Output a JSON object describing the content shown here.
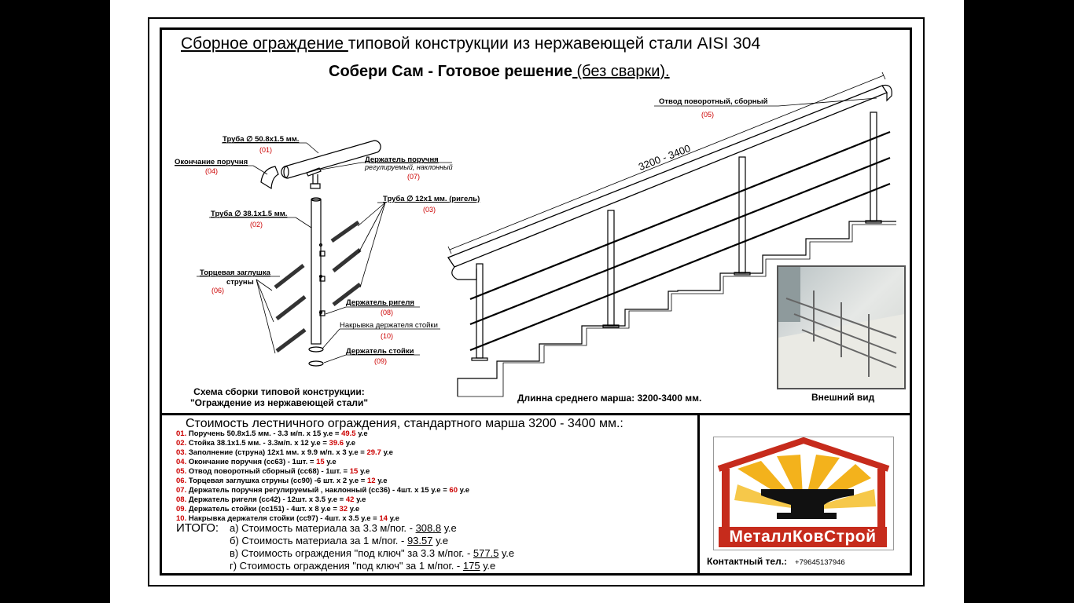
{
  "header": {
    "title_part1": "Сборное ограждение ",
    "title_part2": " типовой конструкции из нержавеющей стали AISI 304",
    "subtitle_bold": "Собери Сам - Готовое решение",
    "subtitle_normal": " (без сварки)."
  },
  "parts": {
    "p01": {
      "label": "Труба ∅ 50.8х1.5 мм.",
      "num": "(01)"
    },
    "p02": {
      "label": "Труба ∅ 38.1х1.5 мм.",
      "num": "(02)"
    },
    "p03": {
      "label": "Труба ∅ 12х1 мм. (ригель)",
      "num": "(03)"
    },
    "p04": {
      "label": "Окончание поручня",
      "num": "(04)"
    },
    "p05": {
      "label": "Отвод поворотный, сборный",
      "num": "(05)"
    },
    "p06": {
      "label1": "Торцевая заглушка",
      "label2": "струны",
      "num": "(06)"
    },
    "p07": {
      "label": "Держатель поручня",
      "sub": "регулируемый, наклонный",
      "num": "(07)"
    },
    "p08": {
      "label": "Держатель ригеля",
      "num": "(08)"
    },
    "p09": {
      "label": "Держатель стойки",
      "num": "(09)"
    },
    "p10": {
      "label": "Накрывка держателя стойки",
      "num": "(10)"
    }
  },
  "drawing": {
    "dimension": "3200 - 3400",
    "scheme_caption_1": "Схема сборки типовой конструкции:",
    "scheme_caption_2": "\"Ограждение из нержавеющей стали\"",
    "march_caption": "Длинна среднего марша: 3200-3400 мм.",
    "view_caption": "Внешний вид"
  },
  "costs": {
    "title": "Стоимость лестничного ограждения, стандартного марша 3200 - 3400 мм.:",
    "items": [
      {
        "n": "01.",
        "text": "Поручень 50.8х1.5 мм. - 3.3 м/п. х 15 у.е =",
        "sum": "49.5",
        "unit": "у.е"
      },
      {
        "n": "02.",
        "text": "Стойка 38.1х1.5 мм. - 3.3м/п. х 12 у.е =",
        "sum": "39.6",
        "unit": "у.е"
      },
      {
        "n": "03.",
        "text": "Заполнение (струна) 12х1 мм. х 9.9 м/п. х 3 у.е =",
        "sum": "29.7",
        "unit": "у.е"
      },
      {
        "n": "04.",
        "text": "Окончание поручня (сс63) - 1шт. =",
        "sum": "15",
        "unit": "у.е"
      },
      {
        "n": "05.",
        "text": "Отвод поворотный сборный (сс68) - 1шт. =",
        "sum": "15",
        "unit": "у.е"
      },
      {
        "n": "06.",
        "text": "Торцевая заглушка струны (сс90) -6 шт. х 2 у.е =",
        "sum": "12",
        "unit": "у.е"
      },
      {
        "n": "07.",
        "text": "Держатель поручня регулируемый , наклонный (сс36) - 4шт. х 15 у.е =",
        "sum": "60",
        "unit": "у.е"
      },
      {
        "n": "08.",
        "text": "Держатель ригеля (сс42) - 12шт. х 3.5 у.е =",
        "sum": "42",
        "unit": "у.е"
      },
      {
        "n": "09.",
        "text": "Держатель стойки (сс151) - 4шт. х 8 у.е =",
        "sum": "32",
        "unit": "у.е"
      },
      {
        "n": "10.",
        "text": "Накрывка держателя стойки (сс97) - 4шт. х 3.5 у.е =",
        "sum": "14",
        "unit": "у.е"
      }
    ],
    "total_label": "ИТОГО:",
    "totals": [
      {
        "text": "а) Стоимость материала за 3.3 м/пог. - ",
        "value": "308.8",
        "unit": " у.е"
      },
      {
        "text": "б) Стоимость материала за 1 м/пог. - ",
        "value": "93.57",
        "unit": " у.е"
      },
      {
        "text": "в) Стоимость ограждения \"под ключ\" за 3.3 м/пог. - ",
        "value": "577.5",
        "unit": " у.е"
      },
      {
        "text": "г) Стоимость ограждения \"под ключ\" за 1 м/пог. - ",
        "value": "175",
        "unit": " у.е"
      }
    ]
  },
  "brand": {
    "logo_text": "МеталлКовСтрой",
    "contact_label": "Контактный тел.:",
    "phone": "+79645137946"
  },
  "colors": {
    "accent": "#c62b1c",
    "sun": "#f3b21c",
    "highlight": "#cc0000"
  }
}
